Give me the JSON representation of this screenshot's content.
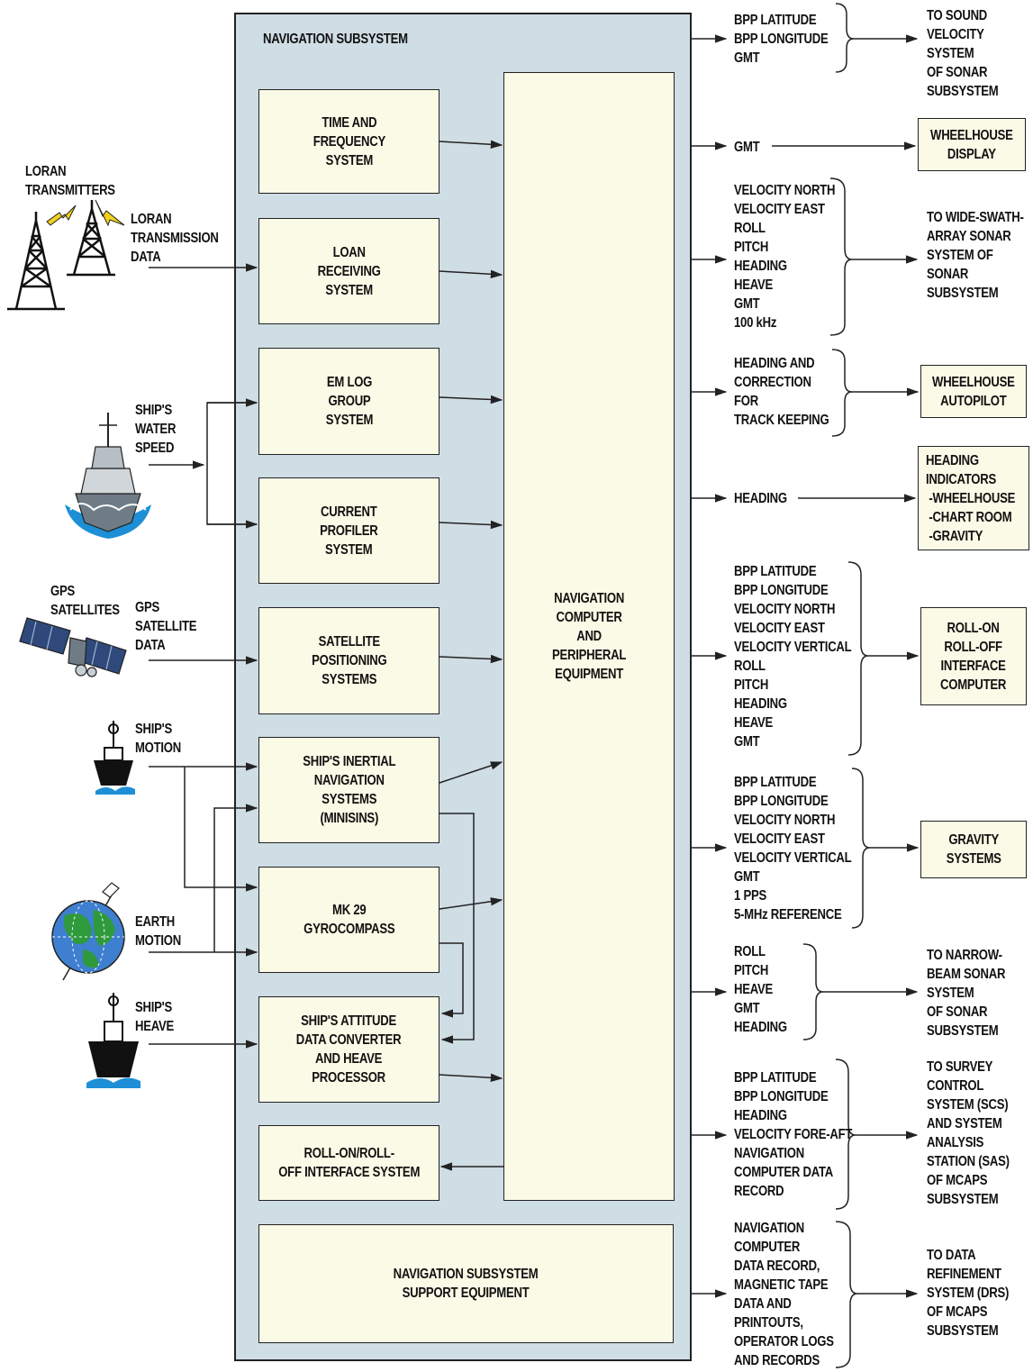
{
  "subsystem_title": "NAVIGATION SUBSYSTEM",
  "inner_boxes": {
    "time_freq": "TIME AND\nFREQUENCY\nSYSTEM",
    "loan": "LOAN\nRECEIVING\nSYSTEM",
    "em_log": "EM LOG\nGROUP\nSYSTEM",
    "current_profiler": "CURRENT\nPROFILER\nSYSTEM",
    "satellite": "SATELLITE\nPOSITIONING\nSYSTEMS",
    "inertial": "SHIP'S INERTIAL\nNAVIGATION\nSYSTEMS\n(MINISINS)",
    "gyro": "MK 29\nGYROCOMPASS",
    "attitude": "SHIP'S ATTITUDE\nDATA CONVERTER\nAND HEAVE\nPROCESSOR",
    "roro_interface": "ROLL-ON/ROLL-\nOFF INTERFACE SYSTEM",
    "nav_computer": "NAVIGATION\nCOMPUTER\nAND\nPERIPHERAL\nEQUIPMENT",
    "support": "NAVIGATION SUBSYSTEM\nSUPPORT EQUIPMENT"
  },
  "inputs": {
    "loran_transmitters": "LORAN\nTRANSMITTERS",
    "loran_data": "LORAN\nTRANSMISSION\nDATA",
    "water_speed": "SHIP'S\nWATER\nSPEED",
    "gps_satellites": "GPS\nSATELLITES",
    "gps_data": "GPS\nSATELLITE\nDATA",
    "ship_motion": "SHIP'S\nMOTION",
    "earth_motion": "EARTH\nMOTION",
    "ship_heave": "SHIP'S\nHEAVE"
  },
  "outputs": {
    "o1_data": "BPP LATITUDE\nBPP LONGITUDE\nGMT",
    "o1_dest": "TO SOUND\nVELOCITY\nSYSTEM\nOF SONAR\nSUBSYSTEM",
    "o2_data": "GMT",
    "o2_dest": "WHEELHOUSE\nDISPLAY",
    "o3_data": "VELOCITY NORTH\nVELOCITY EAST\nROLL\nPITCH\nHEADING\nHEAVE\nGMT\n100 kHz",
    "o3_dest": "TO WIDE-SWATH-\nARRAY SONAR\nSYSTEM OF\nSONAR\nSUBSYSTEM",
    "o4_data": "HEADING AND\nCORRECTION\nFOR\nTRACK KEEPING",
    "o4_dest": "WHEELHOUSE\nAUTOPILOT",
    "o5_data": "HEADING",
    "o5_dest": "HEADING\nINDICATORS\n -WHEELHOUSE\n -CHART ROOM\n -GRAVITY",
    "o6_data": "BPP LATITUDE\nBPP LONGITUDE\nVELOCITY NORTH\nVELOCITY EAST\nVELOCITY VERTICAL\nROLL\nPITCH\nHEADING\nHEAVE\nGMT",
    "o6_dest": "ROLL-ON\nROLL-OFF\nINTERFACE\nCOMPUTER",
    "o7_data": "BPP LATITUDE\nBPP LONGITUDE\nVELOCITY NORTH\nVELOCITY EAST\nVELOCITY VERTICAL\nGMT\n1 PPS\n5-MHz REFERENCE",
    "o7_dest": "GRAVITY\nSYSTEMS",
    "o8_data": "ROLL\nPITCH\nHEAVE\nGMT\nHEADING",
    "o8_dest": "TO NARROW-\nBEAM SONAR\nSYSTEM\nOF SONAR\nSUBSYSTEM",
    "o9_data": "BPP LATITUDE\nBPP LONGITUDE\nHEADING\nVELOCITY FORE-AFT\nNAVIGATION\nCOMPUTER DATA\nRECORD",
    "o9_dest": "TO SURVEY\nCONTROL\nSYSTEM (SCS)\nAND SYSTEM\nANALYSIS\nSTATION (SAS)\nOF MCAPS\nSUBSYSTEM",
    "o10_data": "NAVIGATION\nCOMPUTER\nDATA RECORD,\nMAGNETIC TAPE\nDATA AND\nPRINTOUTS,\nOPERATOR LOGS\nAND RECORDS",
    "o10_dest": "TO DATA\nREFINEMENT\nSYSTEM (DRS)\nOF MCAPS\nSUBSYSTEM"
  },
  "colors": {
    "subsystem_fill": "#cfdde5",
    "box_fill": "#fbfae6",
    "line": "#222222",
    "ocean": "#1e8fd6",
    "globe_land": "#2e9a3c",
    "globe_sea": "#3f7fd0",
    "lightning": "#f2d21b"
  },
  "icons": [
    "radio-tower-icon",
    "ship-icon",
    "satellite-icon",
    "buoy-icon",
    "globe-icon"
  ]
}
